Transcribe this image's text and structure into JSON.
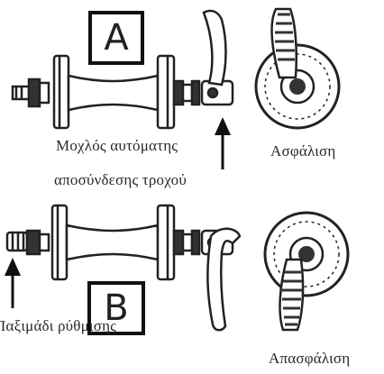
{
  "panel_a": {
    "letter": "A",
    "label_lever_line1": "Μοχλός αυτόματης",
    "label_lever_line2": "αποσύνδεσης τροχού",
    "label_state": "Ασφάλιση"
  },
  "panel_b": {
    "letter": "B",
    "label_adjust": "Παξιμάδι ρύθμισης",
    "label_state": "Απασφάλιση"
  }
}
